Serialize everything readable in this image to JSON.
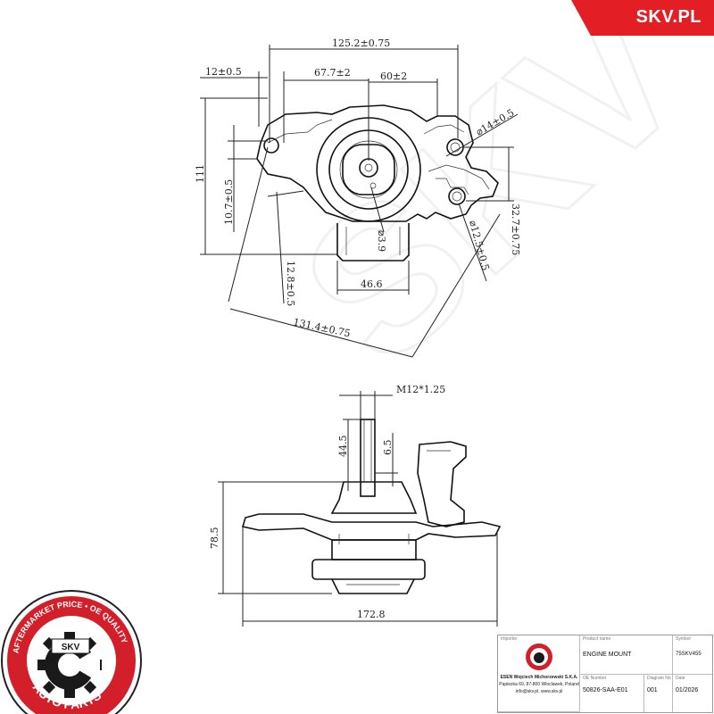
{
  "brand": {
    "site": "SKV.PL",
    "accent": "#e31e24"
  },
  "seal": {
    "ring_text_top": "AFTERMARKET PRICE • OE QUALITY",
    "ring_text_bottom": "AUTO PARTS",
    "center": "SKV",
    "colors": {
      "ring": "#d21f2a",
      "outer": "#1a1a1a"
    }
  },
  "watermark": {
    "text": "SKV",
    "color": "#eeeeee"
  },
  "top_view": {
    "dims": {
      "overall_width": "125.2±0.75",
      "left_offset": "12±0.5",
      "center_offset": "67.7±2",
      "right_offset": "60±2",
      "hole_diameter": "⌀14±0.5",
      "height": "111",
      "vertical_offset": "10.7±0.5",
      "stud_diameter": "⌀3.9",
      "bottom_width": "46.6",
      "left_lower": "12.8±0.5",
      "diagonal": "131.4±0.75",
      "right_hole_diameter": "⌀12.5±0.5",
      "right_vertical": "32.7±0.75"
    }
  },
  "side_view": {
    "dims": {
      "thread": "M12*1.25",
      "stud_height": "44.5",
      "stud_step": "6.5",
      "total_height": "78.5",
      "total_width": "172.8"
    }
  },
  "title_block": {
    "importer_caption": "Importer",
    "importer_name": "ESEN Wojciech Michorzewski S.K.A.",
    "importer_address": "Papiezka 69, 87-800 Wloclawek, Poland",
    "importer_email": "info@skv.pl, www.skv.pl",
    "product_caption": "Product name",
    "product_name": "ENGINE MOUNT",
    "symbol_caption": "Symbol",
    "symbol": "75SKV455",
    "oe_caption": "OE Number",
    "oe_number": "50826-SAA-E01",
    "diagram_caption": "Diagram No",
    "diagram_no": "001",
    "date_caption": "Date",
    "date": "01/2026"
  }
}
